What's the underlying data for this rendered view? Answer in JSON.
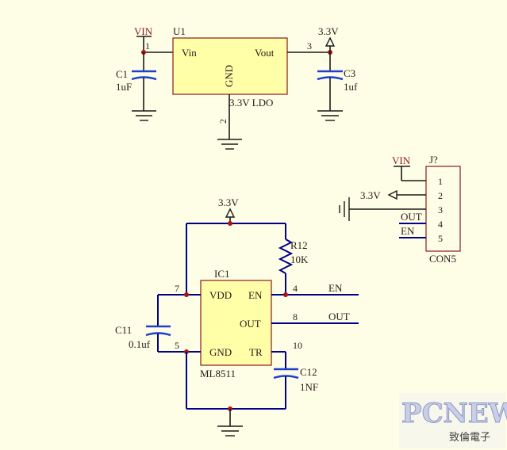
{
  "ldo": {
    "ref": "U1",
    "pin_vin": "Vin",
    "pin_vout": "Vout",
    "pin_gnd": "GND",
    "value": "3.3V LDO",
    "pin1": "1",
    "pin2": "2",
    "pin3": "3"
  },
  "power": {
    "vin": "VIN",
    "v33": "3.3V"
  },
  "c1": {
    "ref": "C1",
    "value": "1uF"
  },
  "c3": {
    "ref": "C3",
    "value": "1uf"
  },
  "connector": {
    "ref": "J?",
    "name": "CON5",
    "pins": [
      "1",
      "2",
      "3",
      "4",
      "5"
    ],
    "vin": "VIN",
    "v33": "3.3V",
    "out": "OUT",
    "en": "EN"
  },
  "ic": {
    "ref": "IC1",
    "name": "ML8511",
    "pin_vdd": "VDD",
    "pin_en": "EN",
    "pin_out": "OUT",
    "pin_gnd": "GND",
    "pin_tr": "TR",
    "pin7": "7",
    "pin5": "5",
    "pin4": "4",
    "pin8": "8",
    "pin10": "10",
    "power": "3.3V"
  },
  "r12": {
    "ref": "R12",
    "value": "10K"
  },
  "c11": {
    "ref": "C11",
    "value": "0.1uf"
  },
  "c12": {
    "ref": "C12",
    "value": "1NF"
  },
  "nets": {
    "en": "EN",
    "out": "OUT"
  },
  "watermark": {
    "brand": "PCNEWS",
    "sub": "致倫電子"
  }
}
